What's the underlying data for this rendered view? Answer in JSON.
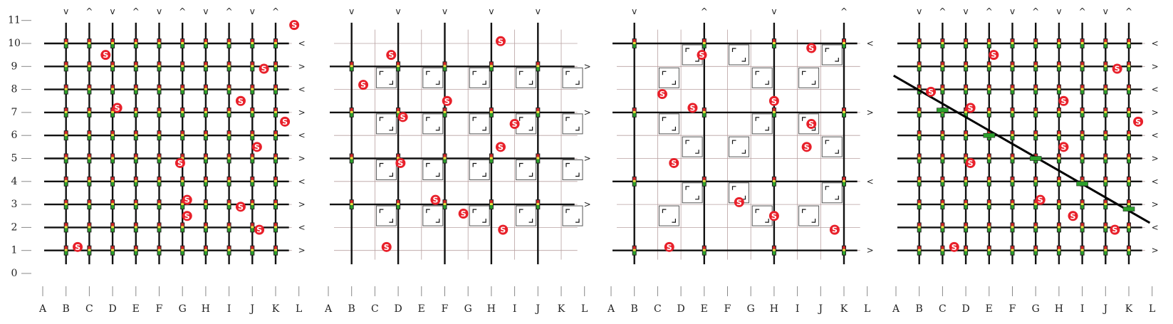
{
  "figure": {
    "y_labels": [
      "0",
      "1",
      "2",
      "3",
      "4",
      "5",
      "6",
      "7",
      "8",
      "9",
      "10",
      "11"
    ],
    "x_labels": [
      "A",
      "B",
      "C",
      "D",
      "E",
      "F",
      "G",
      "H",
      "I",
      "J",
      "K",
      "L"
    ],
    "top_arrows": [
      "v",
      "^",
      "v",
      "^",
      "v",
      "^",
      "v",
      "^",
      "v",
      "^"
    ],
    "right_arrows": {
      "1": ">",
      "2": "<",
      "3": ">",
      "4": "<",
      "5": ">",
      "6": "<",
      "7": ">",
      "8": "<",
      "9": ">",
      "10": "<"
    },
    "station_symbol": "S",
    "colors": {
      "road": "#111111",
      "minor_road": "#b8a0a0",
      "signal_red": "#d62728",
      "signal_green": "#2ca02c",
      "signal_yellow": "#f0e040",
      "station": "#e8202a",
      "highway": "#000000"
    },
    "panels": [
      {
        "id": "full-grid",
        "top_arrow_cols": [
          "B",
          "C",
          "D",
          "E",
          "F",
          "G",
          "H",
          "I",
          "J",
          "K"
        ],
        "right_arrow_rows": [
          1,
          2,
          3,
          4,
          5,
          6,
          7,
          8,
          9,
          10
        ],
        "stations": [
          [
            1.5,
            1.15
          ],
          [
            2.7,
            9.5
          ],
          [
            3.2,
            7.2
          ],
          [
            5.9,
            4.8
          ],
          [
            6.2,
            3.2
          ],
          [
            6.2,
            2.5
          ],
          [
            8.5,
            2.9
          ],
          [
            8.5,
            7.5
          ],
          [
            9.5,
            8.9
          ],
          [
            10.4,
            6.6
          ],
          [
            10.8,
            10.8
          ],
          [
            9.3,
            1.9
          ],
          [
            9.2,
            5.5
          ]
        ]
      },
      {
        "id": "sparse-grid",
        "top_arrow_cols": [
          "B",
          "D",
          "F",
          "H",
          "J"
        ],
        "right_arrow_rows": [
          3,
          5,
          7,
          9
        ],
        "stations": [
          [
            1.5,
            8.2
          ],
          [
            2.5,
            1.15
          ],
          [
            2.7,
            9.5
          ],
          [
            3.2,
            6.8
          ],
          [
            3.1,
            4.8
          ],
          [
            4.6,
            3.2
          ],
          [
            5.1,
            7.5
          ],
          [
            5.8,
            2.6
          ],
          [
            7.5,
            1.9
          ],
          [
            7.4,
            5.5
          ],
          [
            8.0,
            6.5
          ],
          [
            7.4,
            10.1
          ]
        ]
      },
      {
        "id": "block-grid",
        "top_arrow_cols": [
          "B",
          "E",
          "H",
          "K"
        ],
        "right_arrow_rows": [
          1,
          4,
          7,
          10
        ],
        "stations": [
          [
            2.2,
            7.8
          ],
          [
            2.7,
            4.8
          ],
          [
            2.5,
            1.15
          ],
          [
            3.5,
            7.2
          ],
          [
            3.9,
            9.5
          ],
          [
            5.5,
            3.1
          ],
          [
            7.0,
            2.5
          ],
          [
            7.0,
            7.5
          ],
          [
            8.6,
            9.8
          ],
          [
            8.6,
            6.5
          ],
          [
            8.4,
            5.5
          ],
          [
            9.6,
            1.9
          ]
        ]
      },
      {
        "id": "diagonal-grid",
        "top_arrow_cols": [
          "B",
          "C",
          "D",
          "E",
          "F",
          "G",
          "H",
          "I",
          "J",
          "K"
        ],
        "right_arrow_rows": [
          1,
          2,
          3,
          4,
          5,
          6,
          7,
          8,
          9,
          10
        ],
        "stations": [
          [
            1.5,
            7.9
          ],
          [
            2.5,
            1.15
          ],
          [
            3.2,
            7.2
          ],
          [
            3.2,
            4.8
          ],
          [
            4.2,
            9.5
          ],
          [
            6.2,
            3.2
          ],
          [
            7.2,
            5.5
          ],
          [
            7.2,
            7.5
          ],
          [
            7.6,
            2.5
          ],
          [
            9.5,
            8.9
          ],
          [
            9.4,
            1.9
          ],
          [
            10.4,
            6.6
          ]
        ]
      }
    ]
  }
}
